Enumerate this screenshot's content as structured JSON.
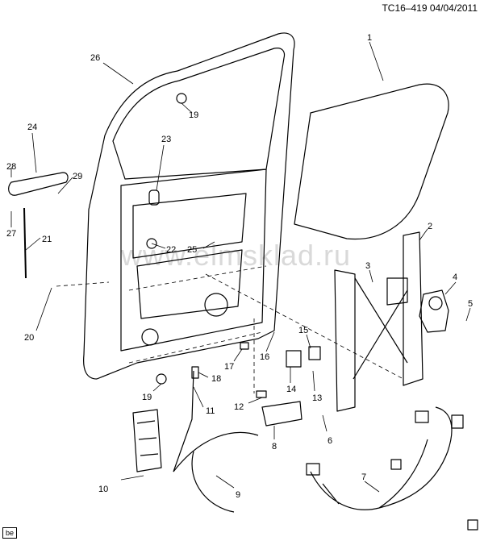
{
  "header": {
    "code": "TC16–419  04/04/2011"
  },
  "watermark": "www.elmsklad.ru",
  "corner_tag": "be",
  "callouts": [
    "1",
    "2",
    "3",
    "4",
    "5",
    "6",
    "7",
    "8",
    "9",
    "10",
    "11",
    "12",
    "13",
    "14",
    "15",
    "16",
    "17",
    "18",
    "19",
    "19",
    "20",
    "21",
    "22",
    "23",
    "24",
    "25",
    "26",
    "27",
    "28",
    "29"
  ]
}
